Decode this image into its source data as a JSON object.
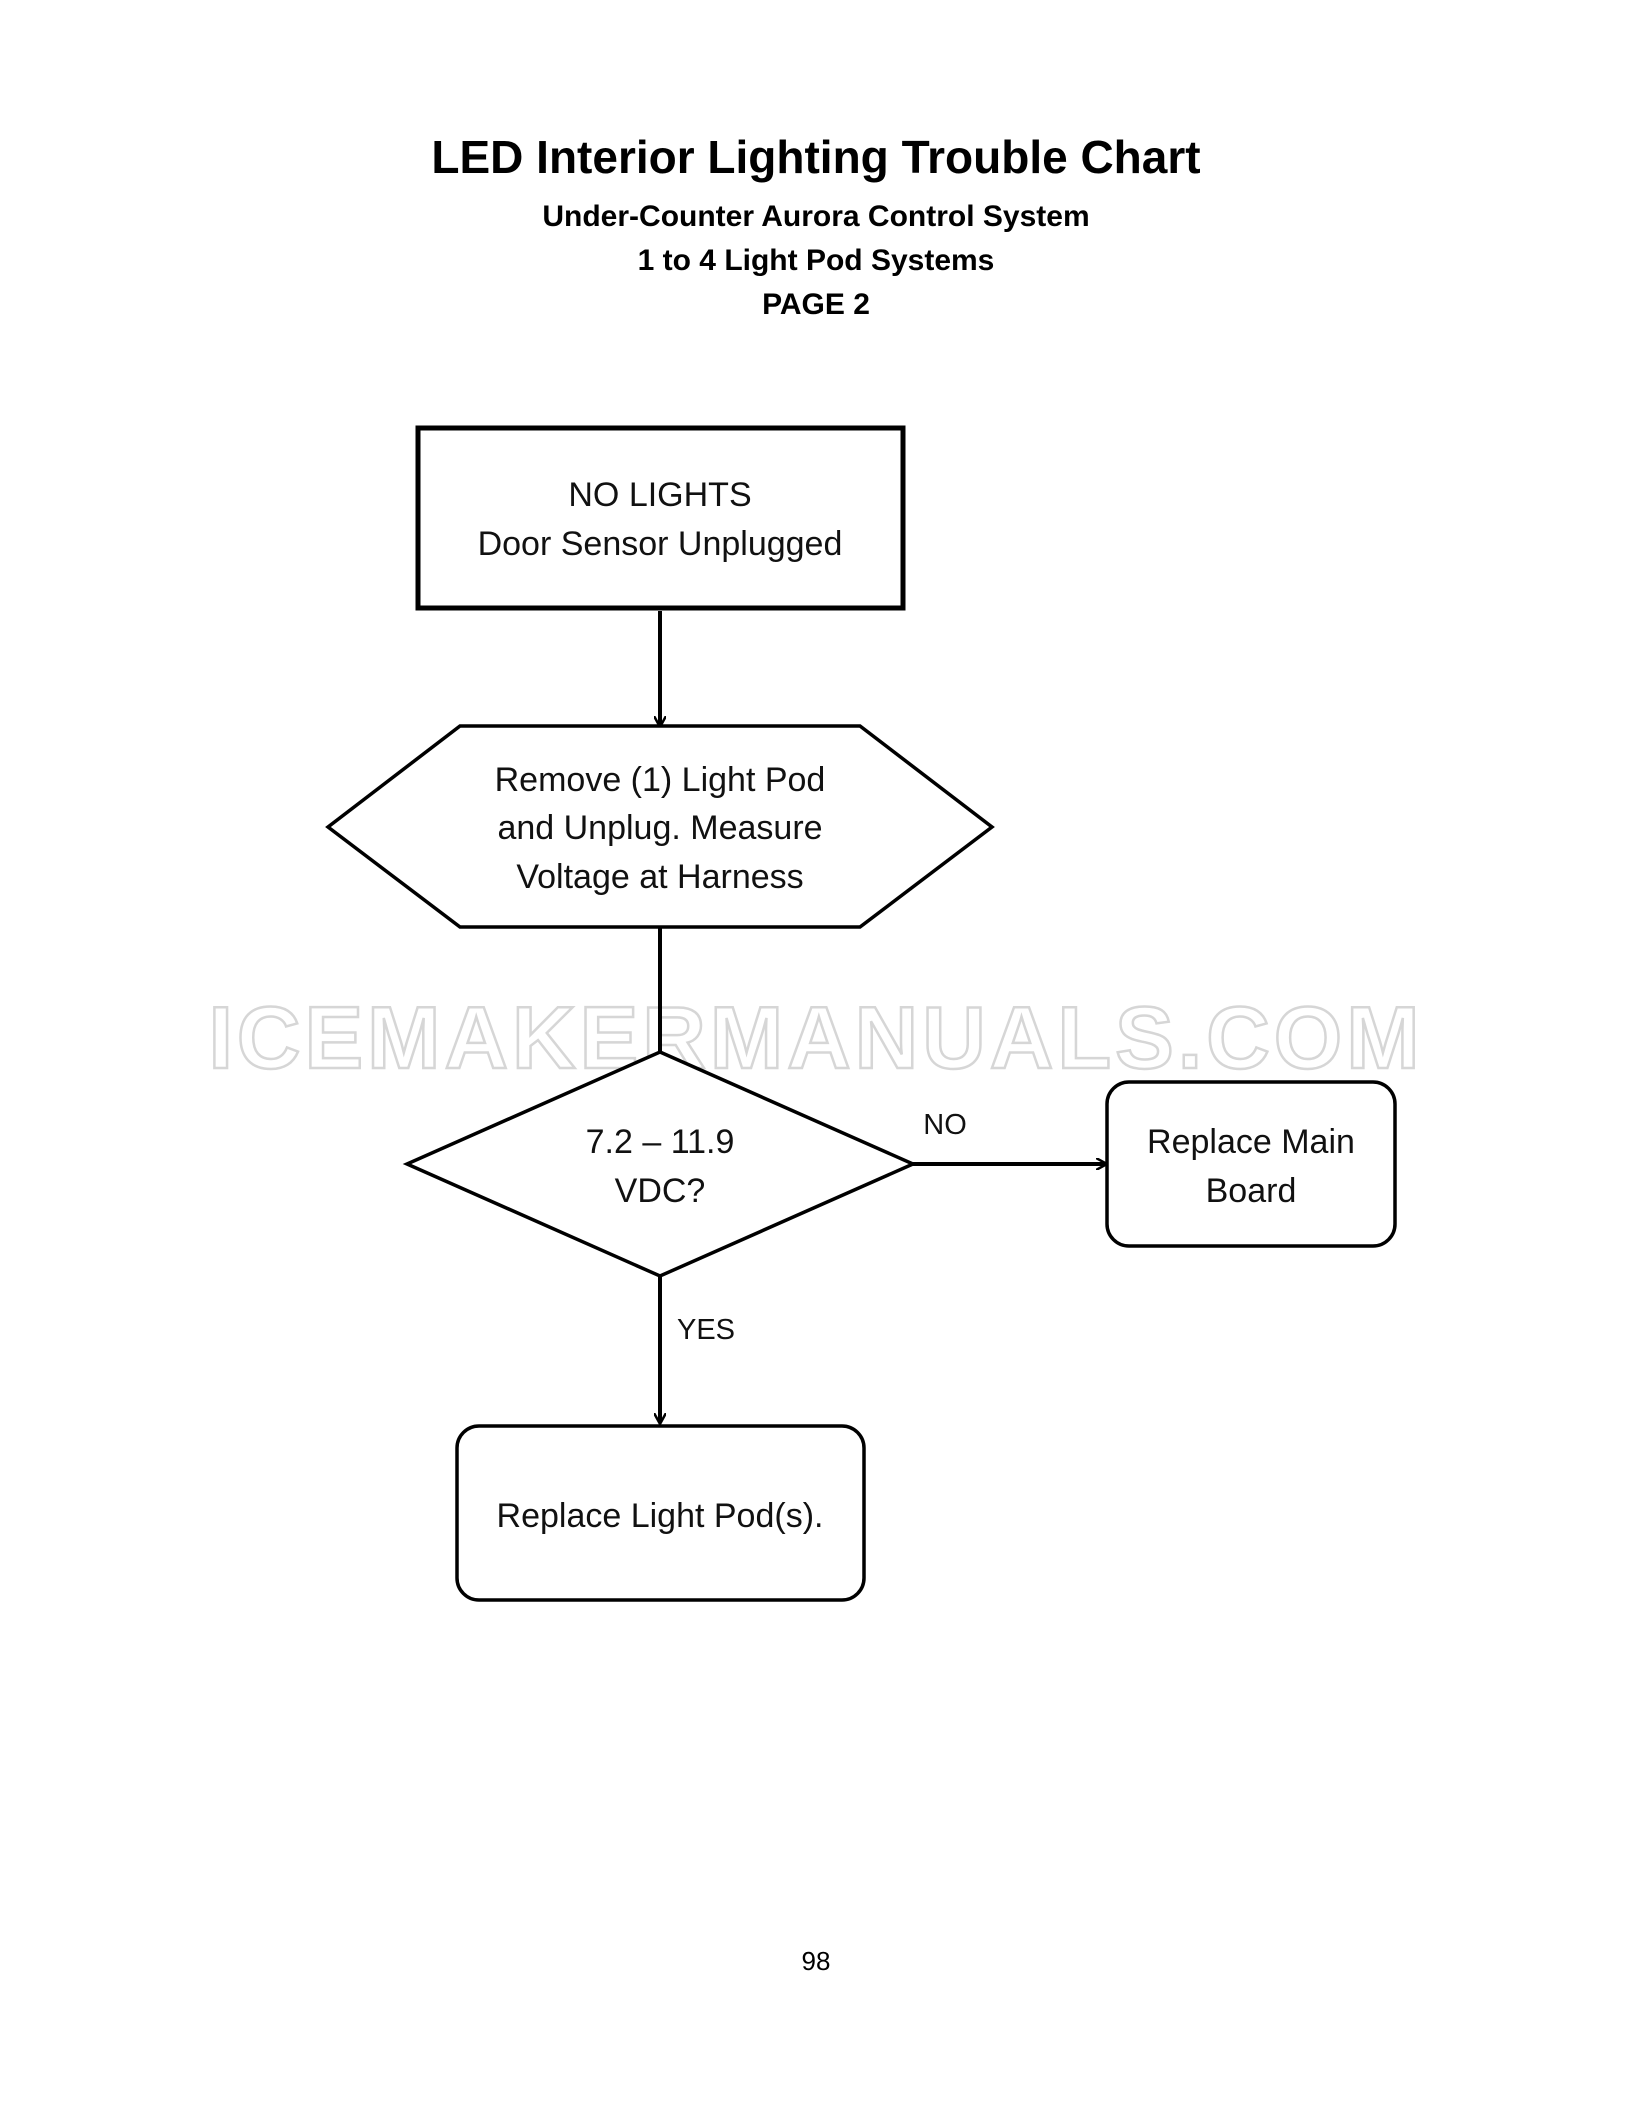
{
  "header": {
    "title": "LED Interior Lighting Trouble Chart",
    "subtitle_1": "Under-Counter Aurora Control System",
    "subtitle_2": "1 to 4 Light Pod Systems",
    "subtitle_3": "PAGE 2"
  },
  "watermark": "ICEMAKERMANUALS.COM",
  "flowchart": {
    "start": {
      "line1": "NO LIGHTS",
      "line2": "Door Sensor Unplugged"
    },
    "action": {
      "line1": "Remove (1) Light Pod",
      "line2": "and Unplug.  Measure",
      "line3": "Voltage at Harness"
    },
    "decision": {
      "line1": "7.2 – 11.9",
      "line2": "VDC?"
    },
    "no_result": {
      "line1": "Replace Main",
      "line2": "Board"
    },
    "yes_result": {
      "line1": "Replace Light Pod(s)."
    },
    "edges": {
      "no_label": "NO",
      "yes_label": "YES"
    }
  },
  "page_number": "98"
}
